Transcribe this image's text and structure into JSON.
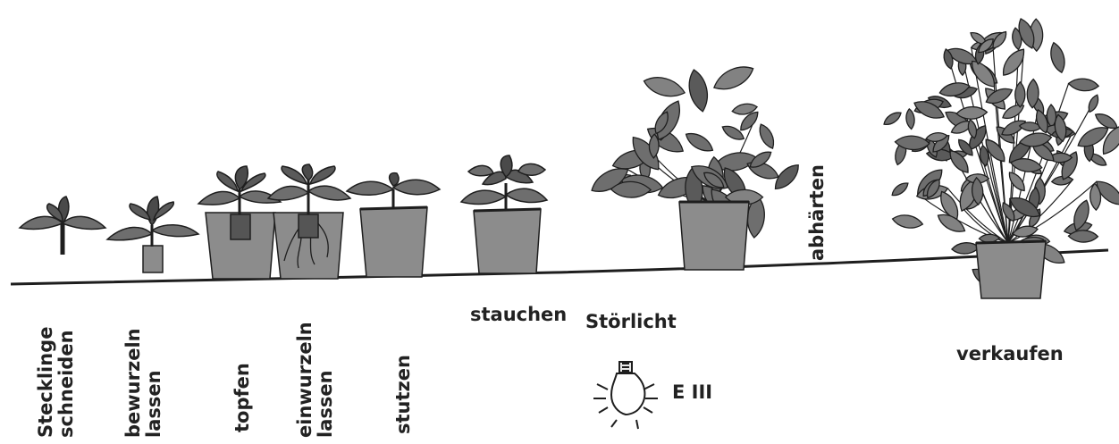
{
  "stages": [
    {
      "id": "stecklinge",
      "lines": [
        "Stecklinge",
        "schneiden"
      ]
    },
    {
      "id": "bewurzeln",
      "lines": [
        "bewurzeln",
        "lassen"
      ]
    },
    {
      "id": "topfen",
      "lines": [
        "topfen"
      ]
    },
    {
      "id": "einwurzeln",
      "lines": [
        "einwurzeln",
        "lassen"
      ]
    },
    {
      "id": "stutzen",
      "lines": [
        "stutzen"
      ]
    },
    {
      "id": "stauchen",
      "lines": [
        "stauchen"
      ]
    },
    {
      "id": "stoerlicht",
      "lines": [
        "Störlicht"
      ]
    },
    {
      "id": "abhaerten",
      "lines": [
        "abhärten"
      ]
    },
    {
      "id": "verkaufen",
      "lines": [
        "verkaufen"
      ]
    }
  ],
  "lamp_label": "E III",
  "colors": {
    "ink": "#1e1e1e",
    "pot": "#8c8c8c",
    "leaf": "#6e6e6e",
    "leaf_dark": "#4a4a4a"
  }
}
